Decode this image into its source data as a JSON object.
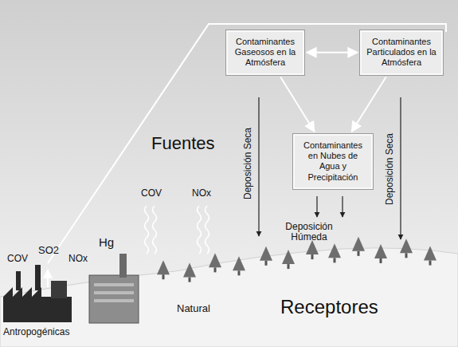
{
  "diagram": {
    "nodes": [
      {
        "text": [
          "Contaminantes Gaseosos en la Atmósfera"
        ]
      },
      {
        "text": [
          "Contaminantes Particulados en la Atmósfera"
        ]
      },
      {
        "text": [
          "Contaminantes en Nubes de Agua y Precipitación"
        ]
      }
    ],
    "edges": [
      {
        "from": 0,
        "to": 1,
        "arrow": "both"
      },
      {
        "from": 0,
        "to": 2,
        "arrow": "to"
      },
      {
        "from": 1,
        "to": 2,
        "arrow": "to"
      }
    ],
    "labels": [
      "Fuentes",
      "COV",
      "NOx",
      "Deposición Seca",
      "Deposición Seca",
      "Deposición Húmeda",
      "COV",
      "SO2",
      "NOx",
      "Hg",
      "Natural",
      "Receptores",
      "Antropogénicas"
    ]
  }
}
